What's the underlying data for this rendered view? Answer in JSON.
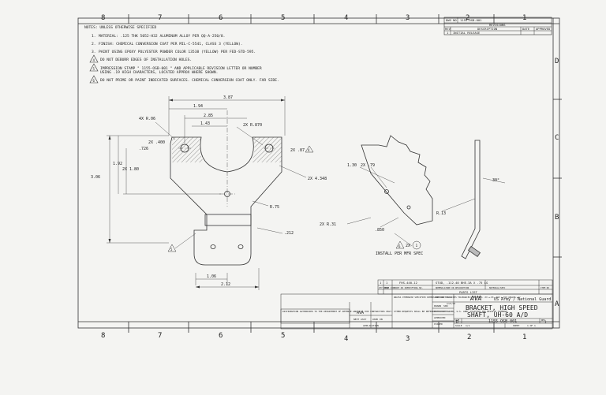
{
  "zones": {
    "top": [
      "8",
      "7",
      "6",
      "5",
      "4",
      "3",
      "2",
      "1"
    ],
    "bottom": [
      "8",
      "7",
      "6",
      "5",
      "4",
      "3",
      "2",
      "1"
    ],
    "right": [
      "D",
      "C",
      "B",
      "A"
    ]
  },
  "notes": {
    "header": "NOTES: UNLESS OTHERWISE SPECIFIED",
    "items": [
      {
        "num": "1.",
        "text": "MATERIAL: .125 THK 5052-H32 ALUMINUM ALLOY PER QQ-A-250/8."
      },
      {
        "num": "2.",
        "text": "FINISH: CHEMICAL CONVERSION COAT PER MIL-C-5541, CLASS 3 (YELLOW)."
      },
      {
        "num": "3.",
        "text": "PAINT USING EPOXY POLYESTER POWDER COLOR 13538 (YELLOW) PER FED-STD-595."
      },
      {
        "num": "4",
        "text": "DO NOT DEBURR EDGES OF INSTALLATION HOLES."
      },
      {
        "num": "5",
        "text": "IMPRESSION STAMP \"      1155-OSB-001      \" AND APPLICABLE REVISION LETTER OR NUMBER",
        "line2": "USING .19 HIGH CHARACTERS, LOCATED APPROX WHERE SHOWN."
      },
      {
        "num": "6",
        "text": "DO NOT PRIME OR PAINT INDICATED SURFACES. CHEMICAL CONVERSION COAT ONLY. FAR SIDE."
      }
    ]
  },
  "revision_block": {
    "dwg_no_label": "DWG NO",
    "dwg_no": "1155-OSB-001",
    "title": "REVISIONS",
    "columns": [
      "REV",
      "DESCRIPTION",
      "DATE",
      "APPROVED"
    ],
    "rows": [
      {
        "rev": "1",
        "description": "INITIAL RELEASE"
      }
    ]
  },
  "dimensions": {
    "overall_width": "3.87",
    "w1": "1.94",
    "w2": "2.85",
    "w3": "1.43",
    "hole_r": "2X R.870",
    "corner": "4X R.06",
    "hole_dim": "2X .400",
    "hole_off": ".726",
    "side_dim": "2X .87",
    "note_ref_4": "4",
    "h1": "1.92",
    "h2": "2X 1.80",
    "overall_height": "3.06",
    "dia": "2X 4.348",
    "r75": "R.75",
    "thk": ".212",
    "b1": "1.06",
    "b2": "2.12",
    "note_ref_5": "5",
    "iso_a": "1.30",
    "iso_b": "2X .79",
    "iso_c": ".850",
    "iso_d": "R.13",
    "iso_e": "2X R.31",
    "angle": "30°",
    "note_ref_6": "6",
    "install_qty": "2X",
    "install_item": "1",
    "install_note": "INSTALL PER MFR SPEC"
  },
  "parts_list": {
    "row": {
      "qty": "1",
      "item": "1",
      "part_no": "FHS-440-12",
      "description": "STUD, .112-40 BHE-3A X .75 LG"
    },
    "headers": [
      "QTY REQD",
      "CAGE CODE",
      "PART OR IDENTIFYING NO.",
      "NOMENCLATURE OR DESCRIPTION",
      "MATERIAL/SPEC",
      "ITEM NO"
    ],
    "title": "PARTS LIST"
  },
  "title_block": {
    "company": "AVA",
    "org": "US Army / National Guard",
    "drawing_title_1": "BRACKET, HIGH SPEED",
    "drawing_title_2": "SHAFT, UH-60 A/D",
    "size_label": "SIZE",
    "size": "D",
    "dwg_no": "1155-OSB-001",
    "rev_label": "REV",
    "rev": "1",
    "scale_label": "SCALE",
    "scale": "1/1",
    "sheet_label": "SHEET",
    "sheet": "1 OF 1",
    "contract": "CONTRACT NO.",
    "drawn": "DRAWN",
    "drawn_by": "SDW",
    "drawn_date": "2/27/18",
    "checked": "CHECKED",
    "approved": "APPROVED",
    "issued": "ISSUED",
    "tolerances": "UNLESS OTHERWISE SPECIFIED DIMENSIONS ARE IN INCHES TOLERANCES: DECIMALS .XX ±.03 .XXX ±.010 ANGLES ±1°",
    "next_assy": "NEXT ASSY",
    "used_on": "USED ON",
    "application": "APPLICATION"
  },
  "distribution": "DISTRIBUTION AUTHORIZED TO THE DEPARTMENT OF DEFENSE AND U.S. DOD CONTRACTORS ONLY. OTHER REQUESTS SHALL BE REFERRED TO COMMANDER, U.S. ARMY AVIATION AND MISSILE COMMAND."
}
